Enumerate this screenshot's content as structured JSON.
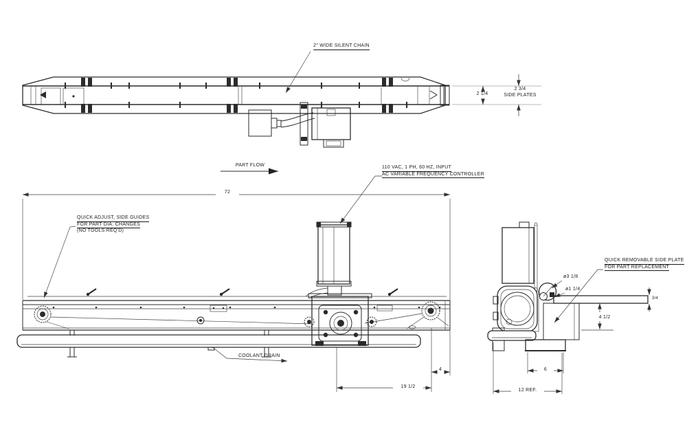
{
  "notes": {
    "silent_chain": "2\" WIDE SILENT CHAIN",
    "part_flow": "PART FLOW",
    "vfd": [
      "110 VAC, 1 PH, 60 HZ, INPUT",
      "AC VARIABLE FREQUENCY CONTROLLER"
    ],
    "side_guides": [
      "QUICK ADJUST, SIDE GUIDES",
      "FOR PART DIA. CHANGES",
      "(NO TOOLS REQ'D)"
    ],
    "side_plate": [
      "QUICK REMOVABLE SIDE PLATE",
      "FOR PART REPLACEMENT"
    ],
    "coolant_drain": "COOLANT DRAIN"
  },
  "dimensions": {
    "overall_length": "72",
    "chain_width": "2 1/4",
    "side_plates": "2 3/4",
    "side_plates_label": "SIDE PLATES",
    "roller_dia": "ø3 1/8",
    "shaft_dia": "ø1 1/4",
    "plate_thickness": "3/4",
    "drive_height": "4 1/2",
    "tail_offset": "4",
    "drive_length": "19 1/2",
    "base_width": "6",
    "overall_width": "12 REF."
  },
  "colors": {
    "line": "#2b2b2b",
    "dim": "#3a3a3a",
    "background": "#ffffff"
  }
}
